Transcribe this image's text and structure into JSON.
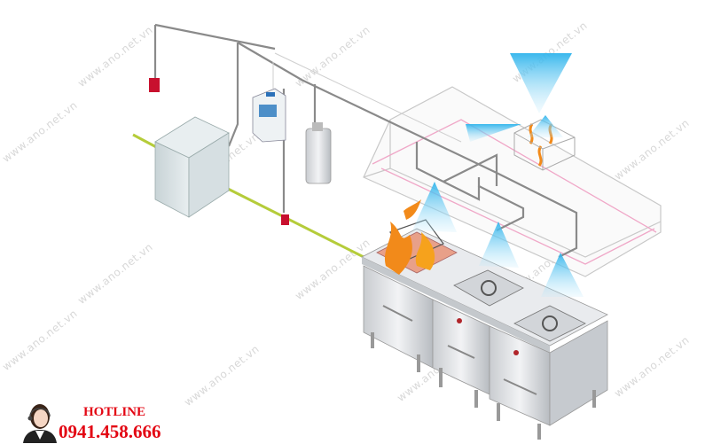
{
  "watermark": "www.ano.net.vn",
  "hotline": {
    "label": "HOTLINE",
    "phone": "0941.458.666"
  },
  "colors": {
    "pipe": "#8a8a8a",
    "detection_line": "#f0a8c8",
    "power_line": "#b5cc3a",
    "spray": "#4fc3f0",
    "flame": "#f28a1a",
    "hotline": "#e30613"
  },
  "components": [
    "control-cabinet",
    "control-panel",
    "agent-cylinder",
    "manual-pull-station",
    "alarm-device",
    "exhaust-hood",
    "fryer",
    "gas-range-1",
    "gas-range-2"
  ]
}
